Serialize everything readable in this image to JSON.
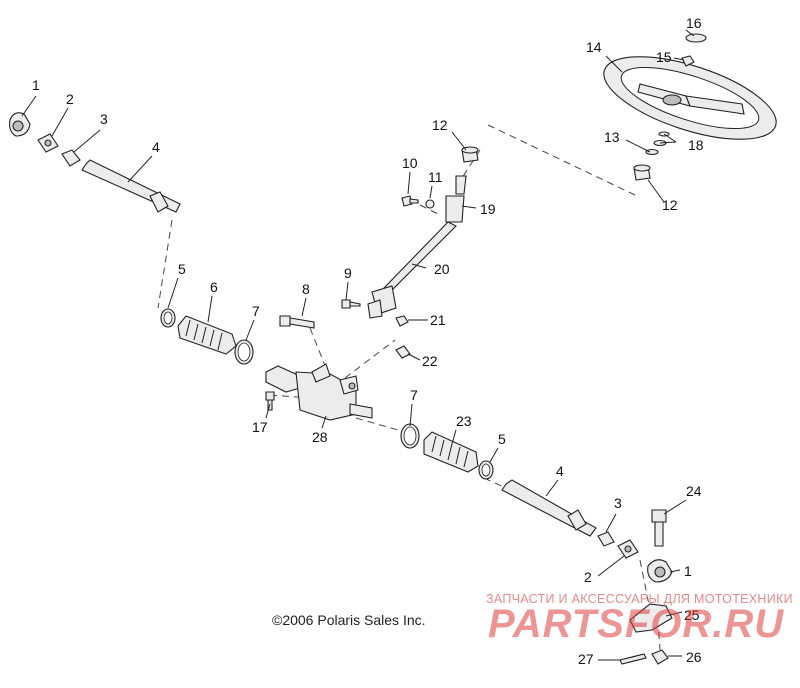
{
  "copyright": "©2006 Polaris Sales Inc.",
  "watermark": {
    "text": "ЗАПЧАСТИ И АКСЕССУАРЫ ДЛЯ МОТОТЕХНИКИ",
    "logo": "PARTSFOR.RU",
    "color": "#e05050"
  },
  "callouts": [
    {
      "id": "c1a",
      "label": "1"
    },
    {
      "id": "c2a",
      "label": "2"
    },
    {
      "id": "c3a",
      "label": "3"
    },
    {
      "id": "c4a",
      "label": "4"
    },
    {
      "id": "c5a",
      "label": "5"
    },
    {
      "id": "c6",
      "label": "6"
    },
    {
      "id": "c7a",
      "label": "7"
    },
    {
      "id": "c8",
      "label": "8"
    },
    {
      "id": "c9",
      "label": "9"
    },
    {
      "id": "c10",
      "label": "10"
    },
    {
      "id": "c11",
      "label": "11"
    },
    {
      "id": "c12a",
      "label": "12"
    },
    {
      "id": "c12b",
      "label": "12"
    },
    {
      "id": "c13",
      "label": "13"
    },
    {
      "id": "c14",
      "label": "14"
    },
    {
      "id": "c15",
      "label": "15"
    },
    {
      "id": "c16",
      "label": "16"
    },
    {
      "id": "c17",
      "label": "17"
    },
    {
      "id": "c18",
      "label": "18"
    },
    {
      "id": "c19",
      "label": "19"
    },
    {
      "id": "c20",
      "label": "20"
    },
    {
      "id": "c21",
      "label": "21"
    },
    {
      "id": "c22",
      "label": "22"
    },
    {
      "id": "c23",
      "label": "23"
    },
    {
      "id": "c7b",
      "label": "7"
    },
    {
      "id": "c5b",
      "label": "5"
    },
    {
      "id": "c4b",
      "label": "4"
    },
    {
      "id": "c3b",
      "label": "3"
    },
    {
      "id": "c24",
      "label": "24"
    },
    {
      "id": "c1b",
      "label": "1"
    },
    {
      "id": "c2b",
      "label": "2"
    },
    {
      "id": "c25",
      "label": "25"
    },
    {
      "id": "c26",
      "label": "26"
    },
    {
      "id": "c27",
      "label": "27"
    },
    {
      "id": "c28",
      "label": "28"
    }
  ]
}
